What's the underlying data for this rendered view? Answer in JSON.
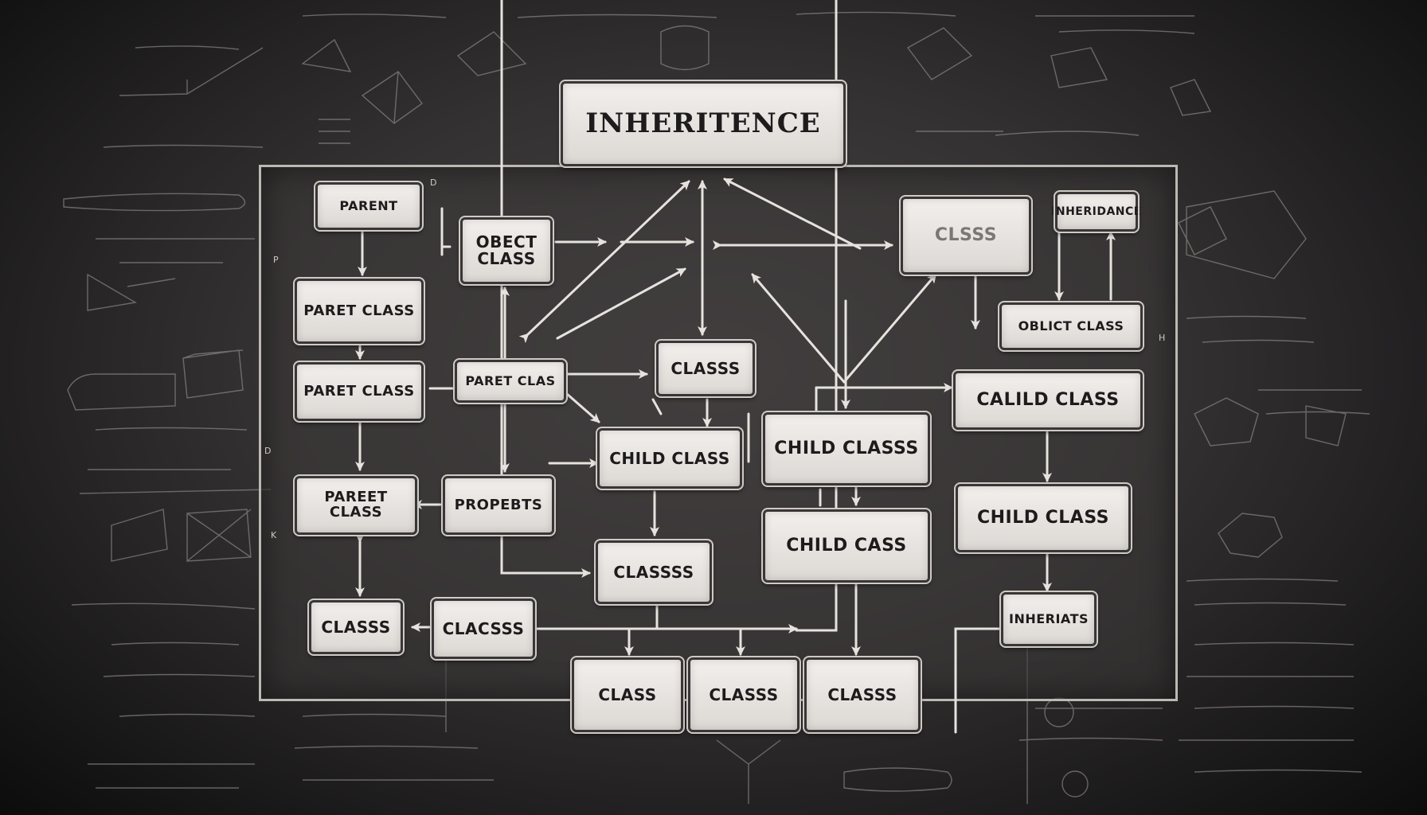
{
  "title": "INHERITENCE",
  "boxes": {
    "parent": "PARENT",
    "object_class": "OBECT\nCLASS",
    "clsss": "CLSSS",
    "inheridance": "INHERIDANCE",
    "paret_class_1": "PARET CLASS",
    "oblict_class": "OBLICT CLASS",
    "paret_class_2": "PARET CLASS",
    "paret_clas": "PARET CLAS",
    "classs_1": "CLASSS",
    "calild_class": "CALILD CLASS",
    "child_class_1": "CHILD  CLASS",
    "child_classs": "CHILD CLASSS",
    "pareet_class": "PAREET CLASS",
    "propebts": "PROPEBTS",
    "child_class_2": "CHILD CLASS",
    "child_cass": "CHILD CASS",
    "classss": "CLASSSS",
    "classs_2": "CLASSS",
    "clacsss": "CLACSSS",
    "inheriats": "INHERIATS",
    "class_b1": "CLASS",
    "classs_b2": "CLASSS",
    "classs_b3": "CLASSS"
  },
  "side_letters": [
    "D",
    "P",
    "D",
    "K",
    "H"
  ]
}
